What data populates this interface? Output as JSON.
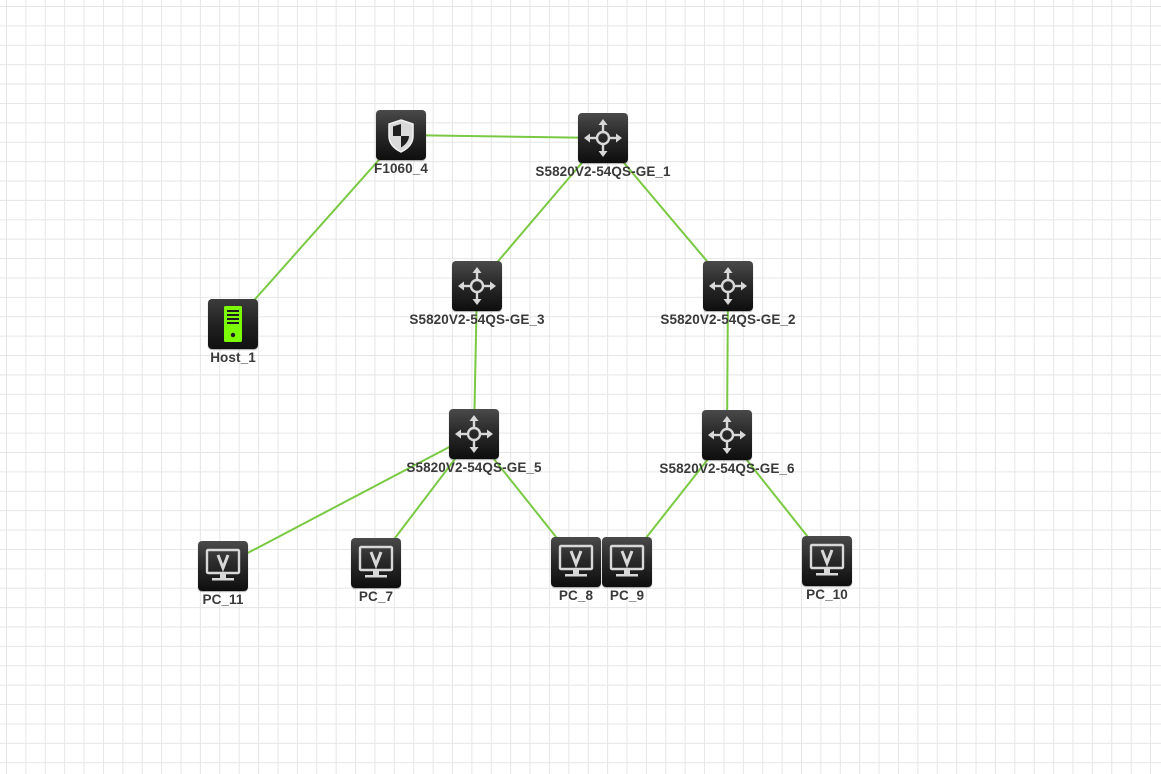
{
  "colors": {
    "link": "#7ac943",
    "device_dark": "#1a1a1a",
    "host_green": "#7cfc00",
    "grid": "#e6e6e6",
    "label": "#3a3a3a"
  },
  "nodes": {
    "F1060_4": {
      "label": "F1060_4",
      "icon": "firewall-shield-icon"
    },
    "GE_1": {
      "label": "S5820V2-54QS-GE_1",
      "icon": "switch-arrows-icon"
    },
    "GE_2": {
      "label": "S5820V2-54QS-GE_2",
      "icon": "switch-arrows-icon"
    },
    "GE_3": {
      "label": "S5820V2-54QS-GE_3",
      "icon": "switch-arrows-icon"
    },
    "GE_5": {
      "label": "S5820V2-54QS-GE_5",
      "icon": "switch-arrows-icon"
    },
    "GE_6": {
      "label": "S5820V2-54QS-GE_6",
      "icon": "switch-arrows-icon"
    },
    "Host_1": {
      "label": "Host_1",
      "icon": "server-icon"
    },
    "PC_7": {
      "label": "PC_7",
      "icon": "pc-monitor-icon"
    },
    "PC_8": {
      "label": "PC_8",
      "icon": "pc-monitor-icon"
    },
    "PC_9": {
      "label": "PC_9",
      "icon": "pc-monitor-icon"
    },
    "PC_10": {
      "label": "PC_10",
      "icon": "pc-monitor-icon"
    },
    "PC_11": {
      "label": "PC_11",
      "icon": "pc-monitor-icon"
    }
  },
  "links": [
    [
      "F1060_4",
      "GE_1"
    ],
    [
      "F1060_4",
      "Host_1"
    ],
    [
      "GE_1",
      "GE_3"
    ],
    [
      "GE_1",
      "GE_2"
    ],
    [
      "GE_3",
      "GE_5"
    ],
    [
      "GE_2",
      "GE_6"
    ],
    [
      "GE_5",
      "PC_11"
    ],
    [
      "GE_5",
      "PC_7"
    ],
    [
      "GE_5",
      "PC_8"
    ],
    [
      "GE_6",
      "PC_9"
    ],
    [
      "GE_6",
      "PC_10"
    ]
  ]
}
